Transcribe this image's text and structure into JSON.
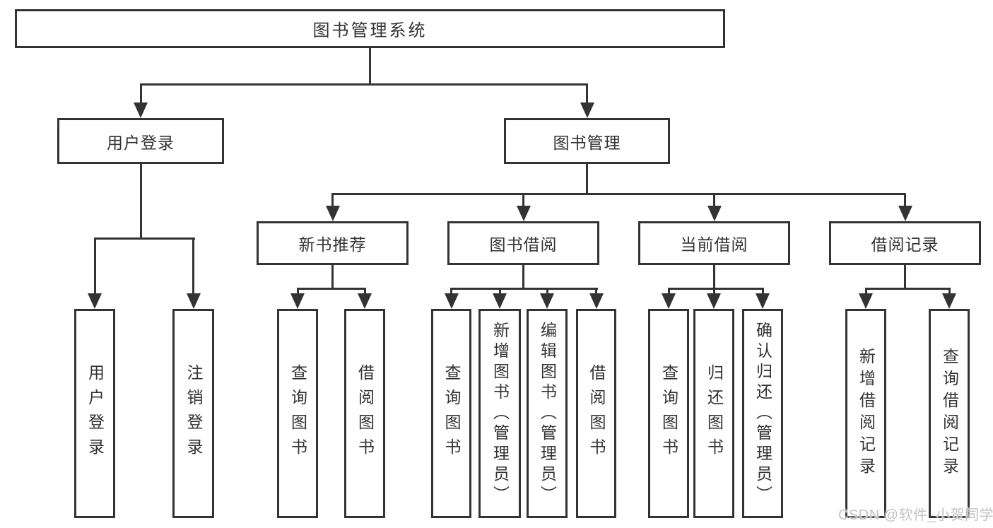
{
  "diagram": {
    "root": {
      "label": "图书管理系统"
    },
    "level2": [
      {
        "id": "user-login",
        "label": "用户登录"
      },
      {
        "id": "book-management",
        "label": "图书管理"
      }
    ],
    "level3": [
      {
        "id": "new-book-recommend",
        "label": "新书推荐"
      },
      {
        "id": "book-borrowing",
        "label": "图书借阅"
      },
      {
        "id": "current-borrowing",
        "label": "当前借阅"
      },
      {
        "id": "borrowing-records",
        "label": "借阅记录"
      }
    ],
    "leaves": {
      "user_login": [
        {
          "label": "用户登录"
        },
        {
          "label": "注销登录"
        }
      ],
      "new_book_recommend": [
        {
          "label": "查询图书"
        },
        {
          "label": "借阅图书"
        }
      ],
      "book_borrowing": [
        {
          "label": "查询图书"
        },
        {
          "label": "新增图书（管理员）"
        },
        {
          "label": "编辑图书（管理员）"
        },
        {
          "label": "借阅图书"
        }
      ],
      "current_borrowing": [
        {
          "label": "查询图书"
        },
        {
          "label": "归还图书"
        },
        {
          "label": "确认归还（管理员）"
        }
      ],
      "borrowing_records": [
        {
          "label": "新增借阅记录"
        },
        {
          "label": "查询借阅记录"
        }
      ]
    },
    "watermark": "CSDN @软件_小贺同学",
    "colors": {
      "line": "#333333",
      "text": "#333333",
      "watermark": "#c3c3c3",
      "background": "#ffffff"
    }
  }
}
